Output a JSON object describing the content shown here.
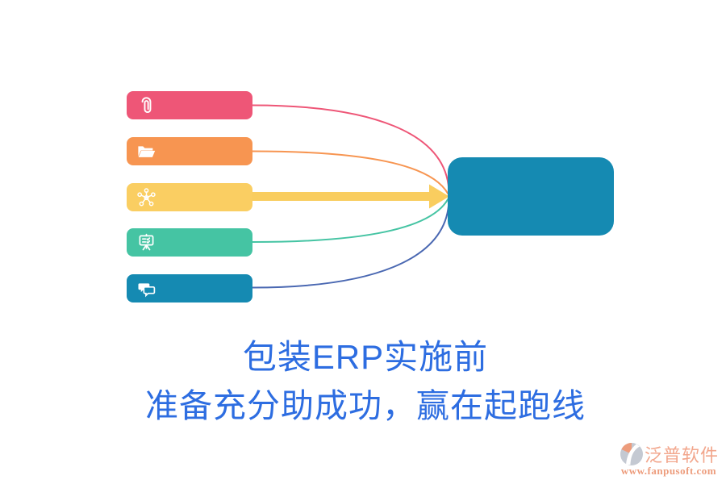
{
  "diagram": {
    "items": [
      {
        "id": "attachment",
        "icon": "paperclip-icon",
        "color": "#EE5677",
        "line_color": "#EE5677"
      },
      {
        "id": "documents",
        "icon": "folder-open-icon",
        "color": "#F79551",
        "line_color": "#F79551"
      },
      {
        "id": "network",
        "icon": "team-network-icon",
        "color": "#FACE62",
        "line_color": "#F9CD5F"
      },
      {
        "id": "presentation",
        "icon": "presentation-board-icon",
        "color": "#45C4A3",
        "line_color": "#45C4A3"
      },
      {
        "id": "communication",
        "icon": "chat-bubbles-icon",
        "color": "#158AB2",
        "line_color": "#4A68B2"
      }
    ],
    "arrow_color": "#F9CD5F",
    "target": {
      "color": "#158AB2"
    }
  },
  "caption": {
    "line1": "包装ERP实施前",
    "line2": "准备充分助成功，赢在起跑线",
    "color": "#2D6DE1"
  },
  "watermark": {
    "brand": "泛普软件",
    "url": "www.fanpusoft.com",
    "brand_color": "#F2A68C",
    "url_color": "#ED9C7C",
    "logo_gray": "#C4C9D2",
    "logo_accent": "#ED9C7C"
  }
}
